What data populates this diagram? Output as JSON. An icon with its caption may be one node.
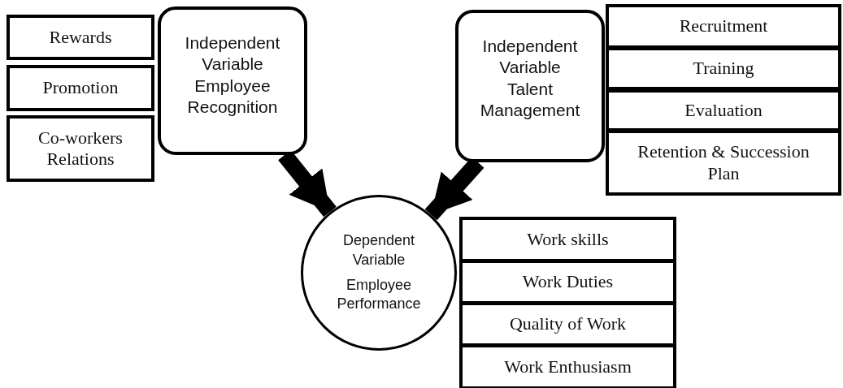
{
  "diagram": {
    "nodes": [
      {
        "text": [
          "Rewards"
        ]
      },
      {
        "text": [
          "Promotion"
        ]
      },
      {
        "text": [
          "Co-workers Relations"
        ]
      },
      {
        "text": [
          "Independent Variable Employee Recognition"
        ]
      },
      {
        "text": [
          "Independent Variable Talent Management"
        ]
      },
      {
        "text": [
          "Recruitment"
        ]
      },
      {
        "text": [
          "Training"
        ]
      },
      {
        "text": [
          "Evaluation"
        ]
      },
      {
        "text": [
          "Retention & Succession Plan"
        ]
      },
      {
        "text": [
          "Dependent Variable",
          "Employee Performance"
        ]
      },
      {
        "text": [
          "Work skills"
        ]
      },
      {
        "text": [
          "Work Duties"
        ]
      },
      {
        "text": [
          "Quality of Work"
        ]
      },
      {
        "text": [
          "Work Enthusiasm"
        ]
      }
    ],
    "edges": [
      {
        "from": 3,
        "to": 9,
        "arrow": "to"
      },
      {
        "from": 4,
        "to": 9,
        "arrow": "to"
      }
    ]
  }
}
